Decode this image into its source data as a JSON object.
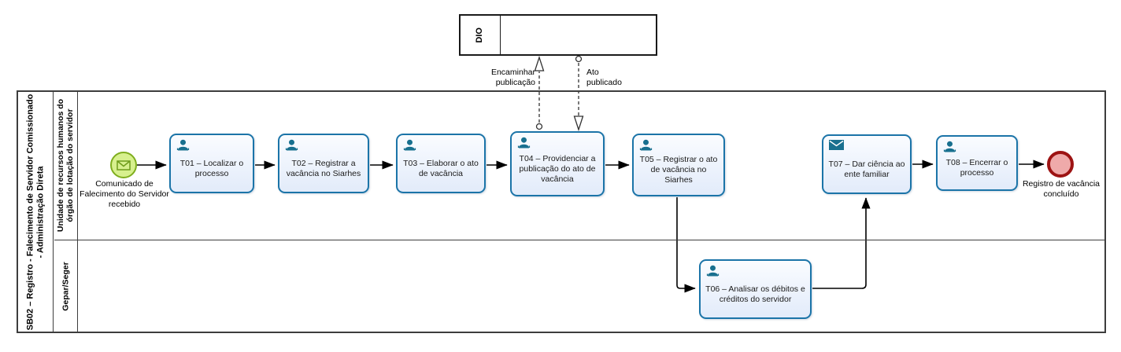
{
  "pool": {
    "title": "SB02 – Registro - Falecimento de Servidor Comissionado - Administração Direta"
  },
  "lanes": [
    {
      "label": "Unidade de recursos humanos do órgão de lotação do servidor"
    },
    {
      "label": "Gepar/Seger"
    }
  ],
  "external_entity": {
    "label": "DIO"
  },
  "events": {
    "start": {
      "label": "Comunicado de Falecimento do Servidor recebido"
    },
    "end": {
      "label": "Registro de vacância concluído"
    }
  },
  "tasks": [
    {
      "id": "T01",
      "label": "T01 – Localizar o processo",
      "type": "user"
    },
    {
      "id": "T02",
      "label": "T02 – Registrar a vacância no Siarhes",
      "type": "user"
    },
    {
      "id": "T03",
      "label": "T03 – Elaborar o ato de vacância",
      "type": "user"
    },
    {
      "id": "T04",
      "label": "T04 – Providenciar a publicação do ato de vacância",
      "type": "user"
    },
    {
      "id": "T05",
      "label": "T05 – Registrar o ato de vacância no Siarhes",
      "type": "user"
    },
    {
      "id": "T06",
      "label": "T06 – Analisar os débitos e créditos do servidor",
      "type": "user"
    },
    {
      "id": "T07",
      "label": "T07 – Dar ciência ao ente familiar",
      "type": "send"
    },
    {
      "id": "T08",
      "label": "T08 – Encerrar o processo",
      "type": "user"
    }
  ],
  "message_flows": [
    {
      "label": "Encaminhar publicação"
    },
    {
      "label": "Ato publicado"
    }
  ],
  "colors": {
    "task_border": "#1b74a8",
    "task_fill": "#e7eefb",
    "icon_blue": "#19708f",
    "start_border": "#7fae1e",
    "start_fill": "#d7f08e",
    "end_border": "#9d1313",
    "end_fill": "#efaaaa",
    "line": "#000000"
  }
}
